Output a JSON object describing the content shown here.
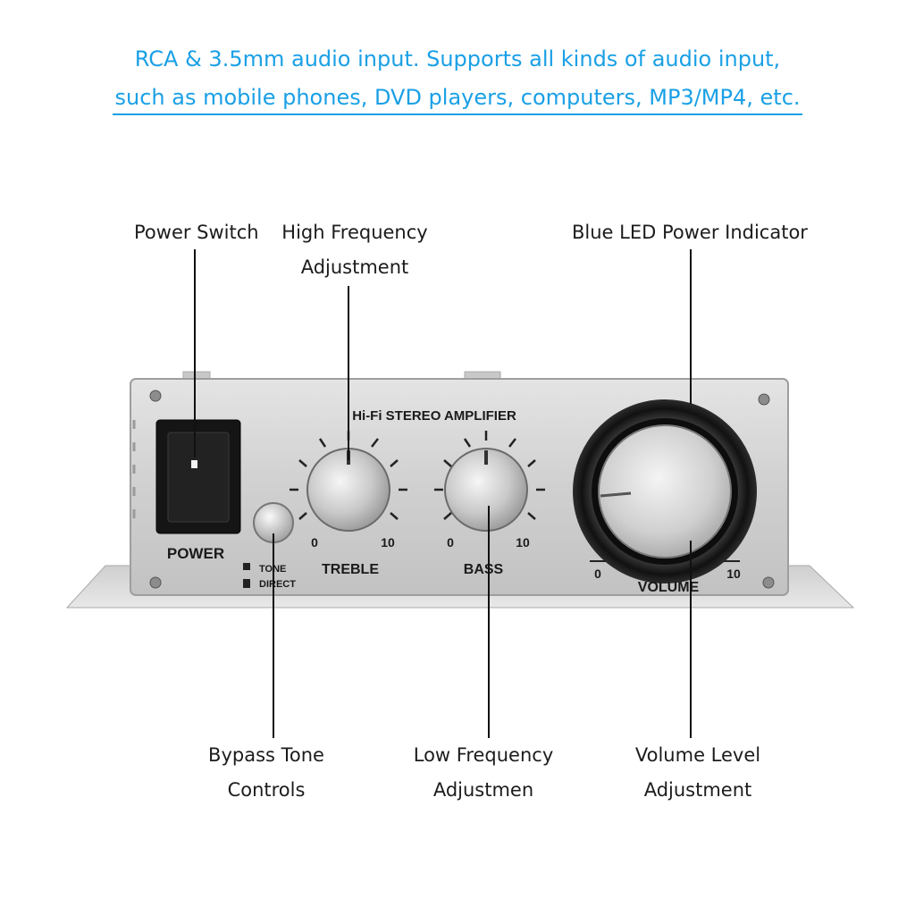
{
  "headline": {
    "line1": "RCA & 3.5mm audio input. Supports all kinds of audio input,",
    "line2": "such as mobile phones, DVD players, computers, MP3/MP4, etc."
  },
  "callouts": {
    "power_switch": "Power Switch",
    "high_freq_line1": "High Frequency",
    "high_freq_line2": "Adjustment",
    "blue_led": "Blue LED Power Indicator",
    "bypass_line1": "Bypass Tone",
    "bypass_line2": "Controls",
    "low_freq_line1": "Low Frequency",
    "low_freq_line2": "Adjustmen",
    "volume_line1": "Volume Level",
    "volume_line2": "Adjustment"
  },
  "panel": {
    "brand": "Hi-Fi STEREO AMPLIFIER",
    "power_label": "POWER",
    "tone_label": "TONE",
    "direct_label": "DIRECT",
    "treble_label": "TREBLE",
    "bass_label": "BASS",
    "volume_label": "VOLUME",
    "scale_min": "0",
    "scale_max": "10"
  },
  "colors": {
    "headline": "#1aa0e6",
    "panel_silver": "#d4d4d4",
    "switch_black": "#151515"
  }
}
